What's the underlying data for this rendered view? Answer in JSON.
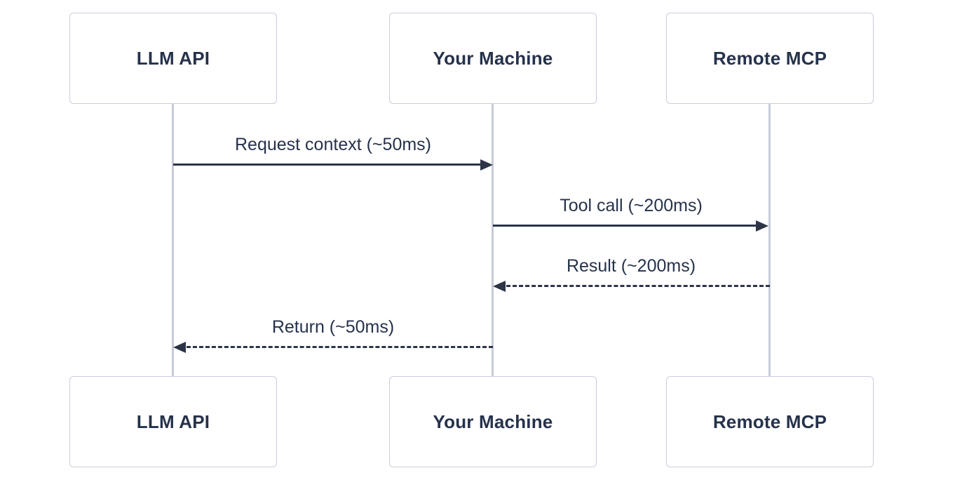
{
  "diagram": {
    "type": "sequence-diagram",
    "participants": [
      {
        "label": "LLM API"
      },
      {
        "label": "Your Machine"
      },
      {
        "label": "Remote MCP"
      }
    ],
    "messages": [
      {
        "label": "Request context (~50ms)",
        "from": "LLM API",
        "to": "Your Machine",
        "style": "solid"
      },
      {
        "label": "Tool call (~200ms)",
        "from": "Your Machine",
        "to": "Remote MCP",
        "style": "solid"
      },
      {
        "label": "Result (~200ms)",
        "from": "Remote MCP",
        "to": "Your Machine",
        "style": "dashed"
      },
      {
        "label": "Return (~50ms)",
        "from": "Your Machine",
        "to": "LLM API",
        "style": "dashed"
      }
    ],
    "colors": {
      "box_border": "#c9cede",
      "box_fill": "#ffffff",
      "lifeline": "#c7cbd8",
      "arrow": "#2c3547",
      "text": "#26324b"
    }
  }
}
